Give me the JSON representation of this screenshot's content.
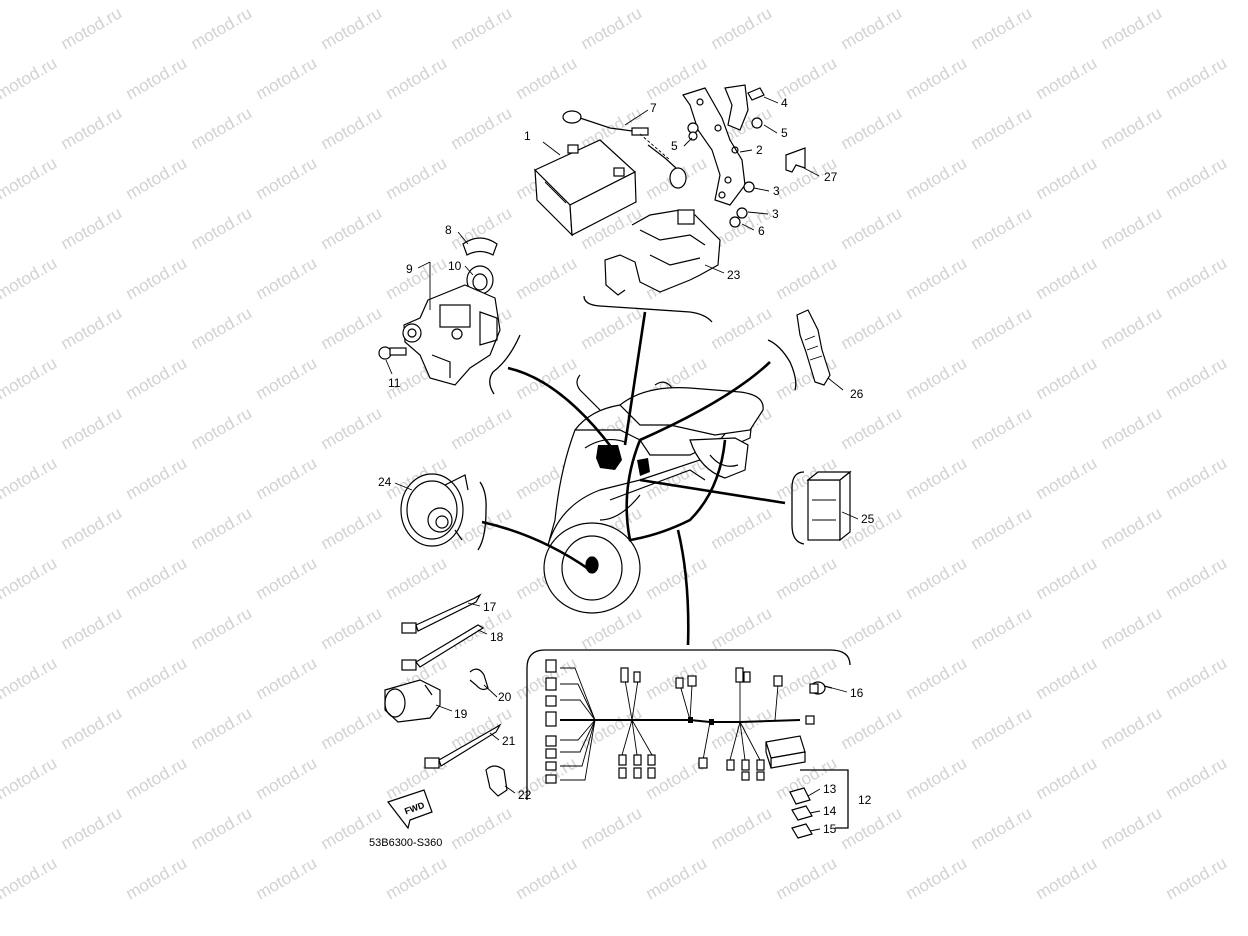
{
  "watermark": {
    "text": "motod.ru"
  },
  "diagram_code": "53B6300-S360",
  "fwd_label": "FWD",
  "callouts": [
    {
      "id": "c1",
      "num": "1"
    },
    {
      "id": "c2",
      "num": "2"
    },
    {
      "id": "c3a",
      "num": "3"
    },
    {
      "id": "c3b",
      "num": "3"
    },
    {
      "id": "c4",
      "num": "4"
    },
    {
      "id": "c5a",
      "num": "5"
    },
    {
      "id": "c5b",
      "num": "5"
    },
    {
      "id": "c6",
      "num": "6"
    },
    {
      "id": "c7",
      "num": "7"
    },
    {
      "id": "c8",
      "num": "8"
    },
    {
      "id": "c9",
      "num": "9"
    },
    {
      "id": "c10",
      "num": "10"
    },
    {
      "id": "c11",
      "num": "11"
    },
    {
      "id": "c12",
      "num": "12"
    },
    {
      "id": "c13",
      "num": "13"
    },
    {
      "id": "c14",
      "num": "14"
    },
    {
      "id": "c15",
      "num": "15"
    },
    {
      "id": "c16",
      "num": "16"
    },
    {
      "id": "c17",
      "num": "17"
    },
    {
      "id": "c18",
      "num": "18"
    },
    {
      "id": "c19",
      "num": "19"
    },
    {
      "id": "c20",
      "num": "20"
    },
    {
      "id": "c21",
      "num": "21"
    },
    {
      "id": "c22",
      "num": "22"
    },
    {
      "id": "c23",
      "num": "23"
    },
    {
      "id": "c24",
      "num": "24"
    },
    {
      "id": "c25",
      "num": "25"
    },
    {
      "id": "c26",
      "num": "26"
    },
    {
      "id": "c27",
      "num": "27"
    }
  ]
}
